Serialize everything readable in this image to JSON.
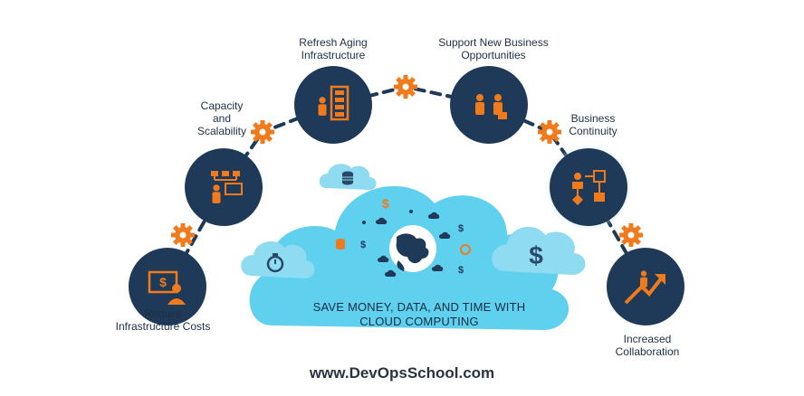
{
  "colors": {
    "node_fill": "#1f3a58",
    "accent_orange": "#f07a1c",
    "cloud_blue": "#5fd0ee",
    "cloud_light": "#8fdcf2",
    "cloud_dark_icon": "#2a4968",
    "text_dark": "#1e2f45"
  },
  "nodes": [
    {
      "id": "reduce-costs",
      "label": "Reduce\nInfrastructure Costs",
      "icon": "money-monitor-icon"
    },
    {
      "id": "capacity",
      "label": "Capacity\nand\nScalability",
      "icon": "presentation-hierarchy-icon"
    },
    {
      "id": "refresh",
      "label": "Refresh Aging\nInfrastructure",
      "icon": "server-rack-icon"
    },
    {
      "id": "support",
      "label": "Support New Business\nOpportunities",
      "icon": "handshake-icon"
    },
    {
      "id": "continuity",
      "label": "Business\nContinuity",
      "icon": "flowchart-icon"
    },
    {
      "id": "collaboration",
      "label": "Increased\nCollaboration",
      "icon": "growth-arrow-icon"
    }
  ],
  "center": {
    "line1": "SAVE MONEY, DATA, AND TIME WITH",
    "line2": "CLOUD COMPUTING",
    "icons": [
      "globe-icon",
      "database-icon",
      "stopwatch-icon",
      "dollar-icon",
      "gear-icon"
    ]
  },
  "footer": "www.DevOpsSchool.com"
}
